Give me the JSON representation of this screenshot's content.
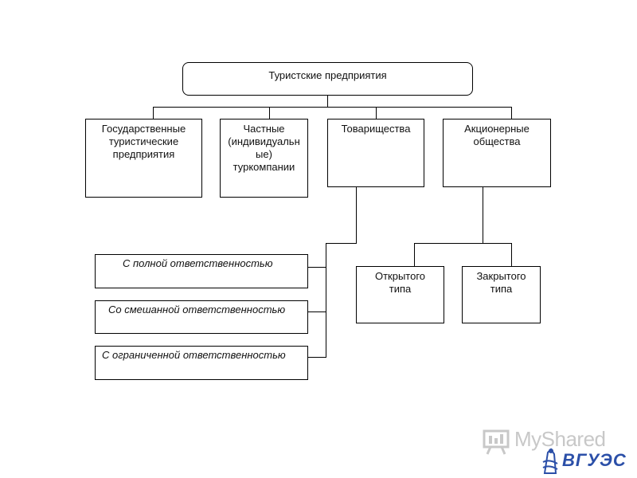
{
  "diagram": {
    "root": "Туристские предприятия",
    "categories": {
      "state": "Государственные туристические предприятия",
      "private": "Частные (индивидуальн ые) туркомпании",
      "partnerships": "Товарищества",
      "joint_stock": "Акционерные общества"
    },
    "partnership_types": {
      "full": "С полной ответственностью",
      "mixed": "Со смешанной ответственностью",
      "limited": "С ограниченной ответственностью"
    },
    "joint_stock_types": {
      "open": "Открытого типа",
      "closed": "Закрытого типа"
    }
  },
  "watermark": {
    "text": "MyShared",
    "logo_text": "ВГУЭС",
    "icon": "presentation-board-icon"
  },
  "colors": {
    "lines": "#000000",
    "watermark": "#c8c8c8",
    "logo": "#2b4fa8"
  }
}
